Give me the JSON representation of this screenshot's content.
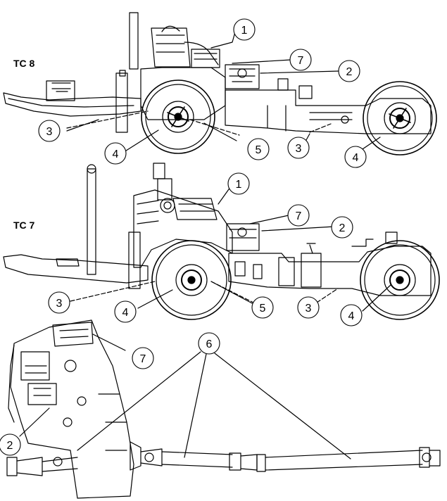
{
  "figure": {
    "models": [
      {
        "id": "tc8",
        "label": "TC 8"
      },
      {
        "id": "tc7",
        "label": "TC 7"
      }
    ],
    "callouts": {
      "tc8": [
        "1",
        "7",
        "2",
        "3",
        "4",
        "5",
        "3",
        "4"
      ],
      "tc7": [
        "1",
        "7",
        "2",
        "3",
        "4",
        "5",
        "3",
        "4"
      ],
      "driveline": [
        "6",
        "7",
        "2"
      ]
    }
  }
}
